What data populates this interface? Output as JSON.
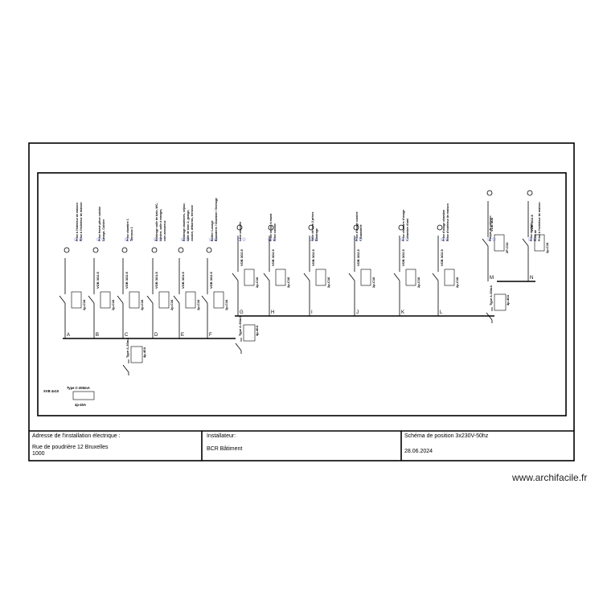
{
  "diagram": {
    "circuits": [
      {
        "letter": "A",
        "cable": "",
        "breaker": "2p-C16",
        "labels": [
          "Prise à l'intérieur de maison",
          "Prise à l'extérieur de maison"
        ]
      },
      {
        "letter": "B",
        "cable": "VOB 3G2.5",
        "breaker": "2p-C16",
        "labels": [
          "Prise fermé pièce cuisine",
          "Lavage, Cuisine"
        ]
      },
      {
        "letter": "C",
        "cable": "VOB 3G2.5",
        "breaker": "2p-C16",
        "labels": [
          "Prise chambre 1",
          "Terrasse 1"
        ]
      },
      {
        "letter": "D",
        "cable": "VOB 3G1.5",
        "breaker": "2p-C16",
        "labels": [
          "Éclairage salle de bain, WC,",
          "cuisine, salle à manger,",
          "coin amoureux"
        ]
      },
      {
        "letter": "E",
        "cable": "VOB 3G1.5",
        "breaker": "2p-C16",
        "labels": [
          "Éclairage chambres, séjour,",
          "salle de bain 2, garage,",
          "couloir, débarras, terrasse"
        ]
      },
      {
        "letter": "F",
        "cable": "VOB 3G2.5",
        "breaker": "2p-C16",
        "labels": [
          "Boiler / Lavage",
          "Buanderie / Chambre / Séchage"
        ]
      },
      {
        "letter": "G",
        "cable": "VOB 3G2.5",
        "breaker": "2p-C16",
        "labels": [
          "Lave-vaisselle"
        ]
      },
      {
        "letter": "H",
        "cable": "VOB 3G2.5",
        "breaker": "2p-C16",
        "labels": [
          "Prise séjour à mural",
          "Prise cuisine"
        ]
      },
      {
        "letter": "I",
        "cable": "VOB 3G2.5",
        "breaker": "2p-C16",
        "labels": [
          "Salle de bain 2 prises",
          "Éclairage"
        ]
      },
      {
        "letter": "J",
        "cable": "VOB 3G2.5",
        "breaker": "2p-C16",
        "labels": [
          "Prise d'usage cuisine",
          "+ Buanderie"
        ]
      },
      {
        "letter": "K",
        "cable": "VOB 3G2.5",
        "breaker": "2p-C16",
        "labels": [
          "Prise chambre d'usage",
          "+ chambre d'ami"
        ]
      },
      {
        "letter": "L",
        "cable": "VOB 3G2.5",
        "breaker": "2p-C16",
        "labels": [
          "Prise d'usage chambre",
          "Prise d'extérieur de maison"
        ]
      },
      {
        "letter": "M",
        "cable": "VOB 4G6",
        "breaker": "2P-C32",
        "labels": [
          "Plaque de cuisson"
        ]
      },
      {
        "letter": "N",
        "cable": "VOB 3G2.5",
        "breaker": "2p-C16",
        "labels": [
          "Prise séchoir",
          "Prise de",
          "Prise à l'extérieur de maison"
        ]
      }
    ],
    "differentials": [
      {
        "label": "Type A-30mA",
        "rating": "4p-40A"
      },
      {
        "label": "Type A-30mA",
        "rating": "4p-40A"
      },
      {
        "label": "Type A-30mA",
        "rating": "4p-40A"
      }
    ],
    "main": {
      "label": "Type C-300mA",
      "rating": "4p-40A",
      "feed": "XVB 4x10"
    }
  },
  "title_block": {
    "address_label": "Adresse de l'installation électrique :",
    "address_line1": "Rue de poudrière 12 Bruxelles",
    "address_line2": "1000",
    "installer_label": "Installateur:",
    "installer_name": "BCR Bâtiment",
    "schema_label": "Schéma de position 3x230V-50hz",
    "date": "28.06.2024"
  },
  "watermark": "www.archifacile.fr"
}
